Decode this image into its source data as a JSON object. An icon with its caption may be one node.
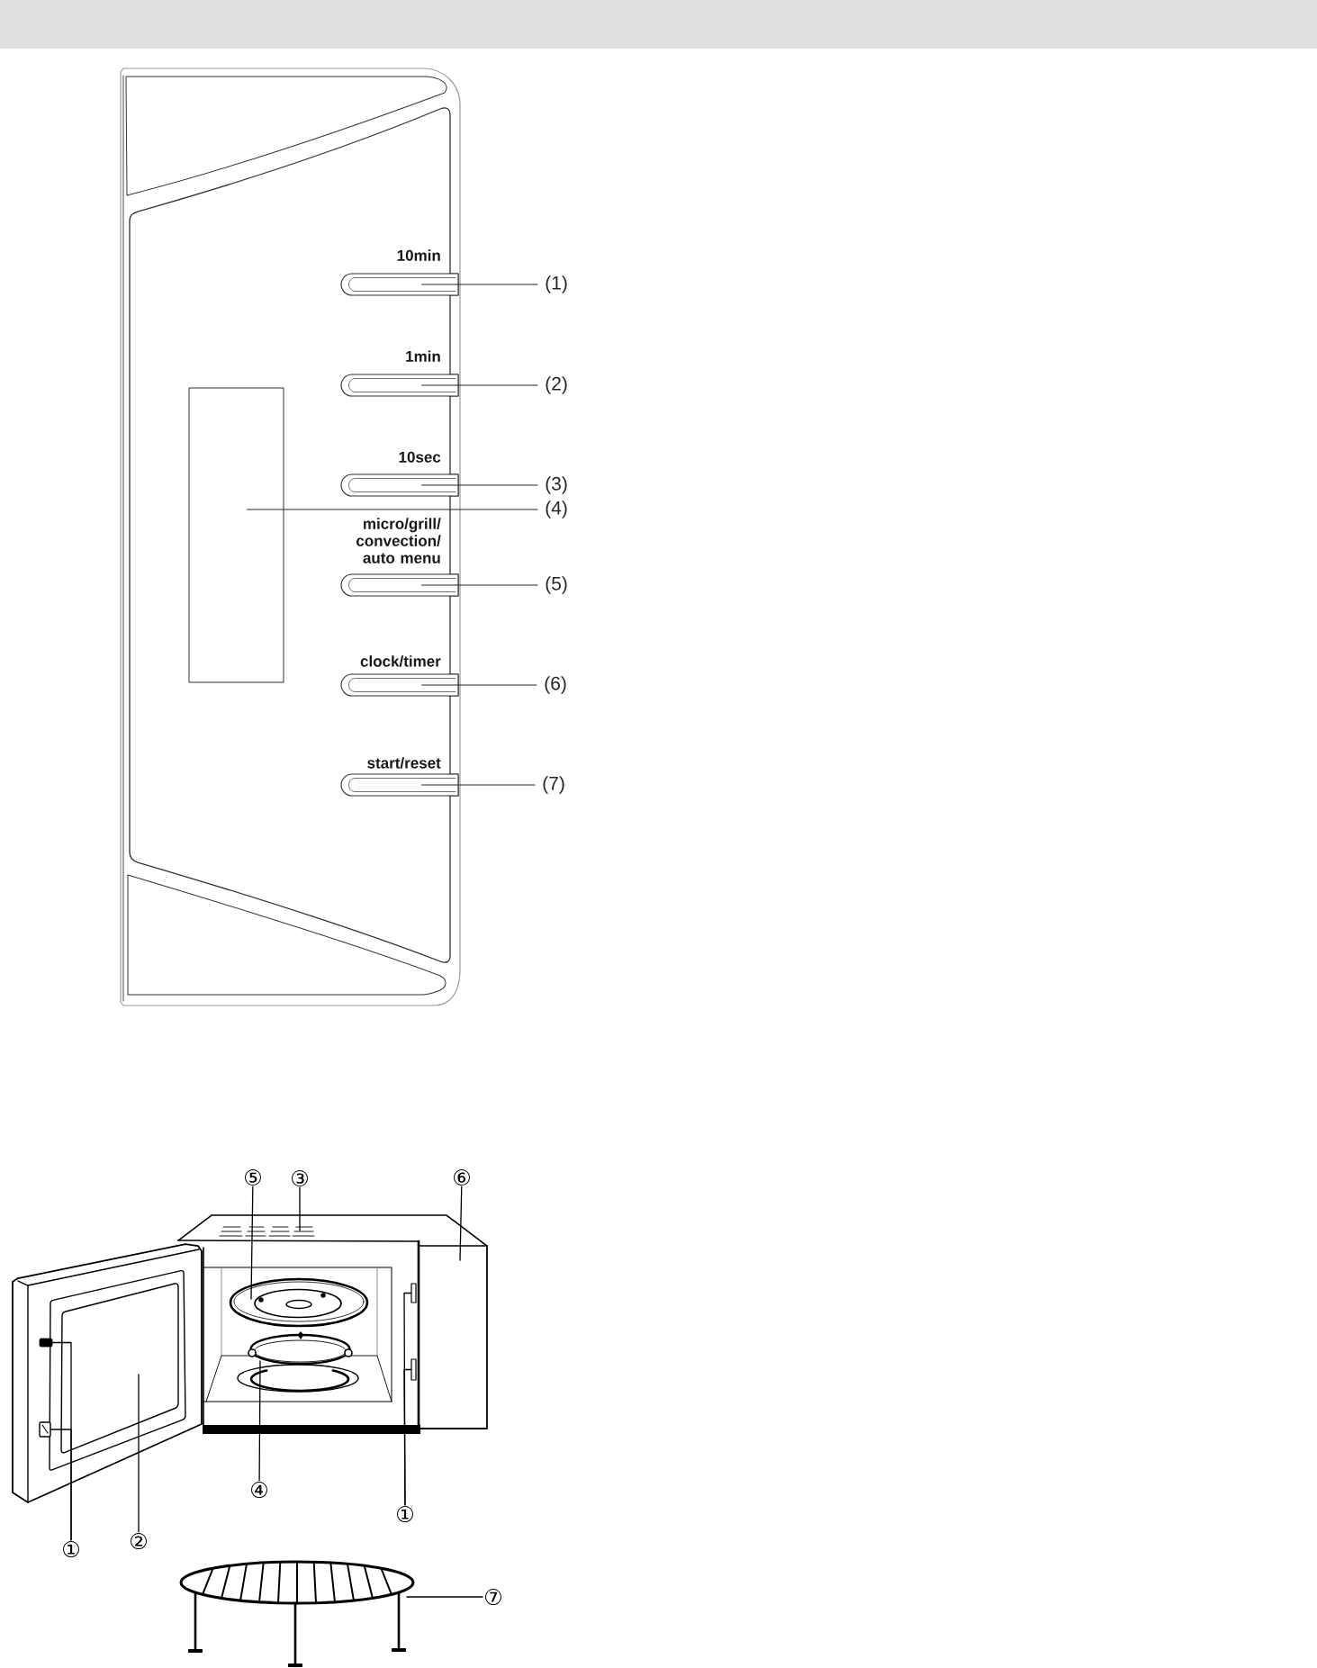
{
  "diagram": {
    "nodes": [
      {
        "text": [
          "10min"
        ]
      },
      {
        "text": [
          "(1)"
        ]
      },
      {
        "text": [
          "1min"
        ]
      },
      {
        "text": [
          "(2)"
        ]
      },
      {
        "text": [
          "10sec"
        ]
      },
      {
        "text": [
          "(3)"
        ]
      },
      {
        "text": [],
        "shape": "box"
      },
      {
        "text": [
          "(4)"
        ]
      },
      {
        "text": [
          "micro/grill/ convection/ auto menu"
        ]
      },
      {
        "text": [
          "(5)"
        ]
      },
      {
        "text": [
          "clock/timer"
        ]
      },
      {
        "text": [
          "(6)"
        ]
      },
      {
        "text": [
          "start/reset"
        ]
      },
      {
        "text": [
          "(7)"
        ]
      },
      {
        "text": [
          "⑤"
        ]
      },
      {
        "text": [
          "③"
        ]
      },
      {
        "text": [
          "⑥"
        ]
      },
      {
        "text": [
          "④"
        ]
      },
      {
        "text": [
          "①"
        ]
      },
      {
        "text": [
          "①"
        ]
      },
      {
        "text": [
          "②"
        ]
      },
      {
        "text": [
          "⑦"
        ]
      },
      {
        "text": [],
        "shape": "box"
      },
      {
        "text": [],
        "shape": "box"
      },
      {
        "text": [],
        "shape": "box"
      },
      {
        "text": [],
        "shape": "box"
      }
    ],
    "edges": [
      {
        "from": 1,
        "to": 0,
        "arrow": "none"
      },
      {
        "from": 3,
        "to": 2,
        "arrow": "none"
      },
      {
        "from": 5,
        "to": 4,
        "arrow": "none"
      },
      {
        "from": 7,
        "to": 6,
        "arrow": "none"
      },
      {
        "from": 9,
        "to": 8,
        "arrow": "none"
      },
      {
        "from": 11,
        "to": 10,
        "arrow": "none"
      },
      {
        "from": 13,
        "to": 12,
        "arrow": "none"
      },
      {
        "from": 14,
        "to": null,
        "arrow": "none"
      },
      {
        "from": 15,
        "to": null,
        "arrow": "none"
      },
      {
        "from": 16,
        "to": null,
        "arrow": "none"
      },
      {
        "from": 17,
        "to": null,
        "arrow": "none"
      },
      {
        "from": 18,
        "to": 24,
        "arrow": "none"
      },
      {
        "from": 18,
        "to": 25,
        "arrow": "none"
      },
      {
        "from": 19,
        "to": 22,
        "arrow": "none"
      },
      {
        "from": 19,
        "to": 23,
        "arrow": "none"
      },
      {
        "from": 20,
        "to": null,
        "arrow": "none"
      },
      {
        "from": 21,
        "to": null,
        "arrow": "none"
      }
    ]
  }
}
